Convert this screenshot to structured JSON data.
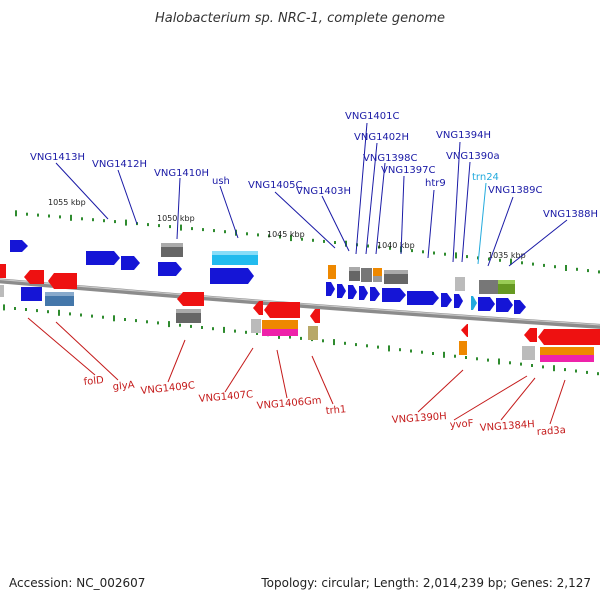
{
  "title": "Halobacterium sp. NRC-1, complete genome",
  "footer": {
    "accession": "Accession: NC_002607",
    "summary": "Topology: circular; Length: 2,014,239 bp; Genes: 2,127"
  },
  "colors": {
    "forward_label": "#1a1aa6",
    "reverse_label": "#c41a1a",
    "trna_label": "#22aadd",
    "backbone": "#8c8c8c",
    "tick": "#2e8b2e"
  },
  "scale_labels": [
    "1055 kbp",
    "1050 kbp",
    "1045 kbp",
    "1040 kbp",
    "1035 kbp"
  ],
  "forward_labels": [
    "VNG1413H",
    "VNG1412H",
    "VNG1410H",
    "ush",
    "VNG1405C",
    "VNG1403H",
    "VNG1401C",
    "VNG1402H",
    "VNG1398C",
    "VNG1397C",
    "htr9",
    "VNG1394H",
    "VNG1390a",
    "trn24",
    "VNG1389C",
    "VNG1388H"
  ],
  "reverse_labels": [
    "folD",
    "glyA",
    "VNG1409C",
    "VNG1407C",
    "VNG1406Gm",
    "trh1",
    "VNG1390H",
    "yvoF",
    "VNG1384H",
    "rad3a"
  ]
}
